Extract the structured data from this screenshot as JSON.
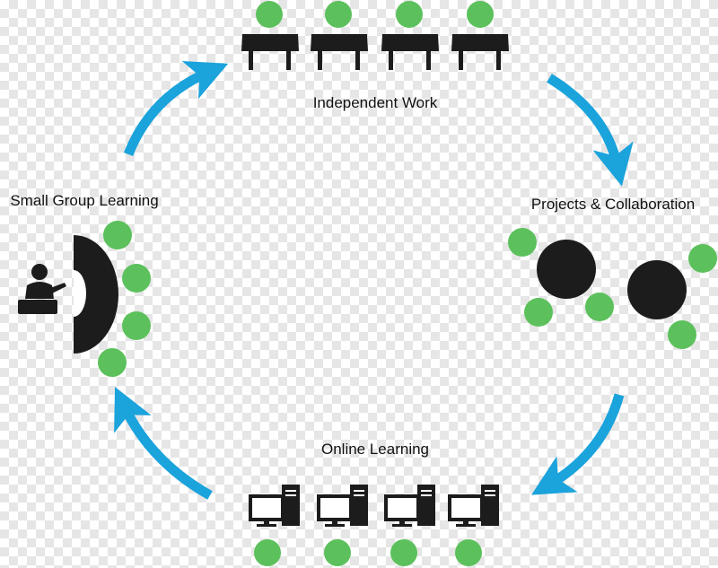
{
  "stages": {
    "independent_work": "Independent Work",
    "projects_collaboration": "Projects & Collaboration",
    "online_learning": "Online Learning",
    "small_group_learning": "Small Group Learning"
  },
  "colors": {
    "arrow": "#1ba3dc",
    "student": "#5cc15c",
    "furniture": "#1c1c1c"
  },
  "icons": [
    "student-icon",
    "desk-icon",
    "round-table-icon",
    "computer-icon",
    "teacher-icon",
    "cycle-arrow-icon"
  ]
}
